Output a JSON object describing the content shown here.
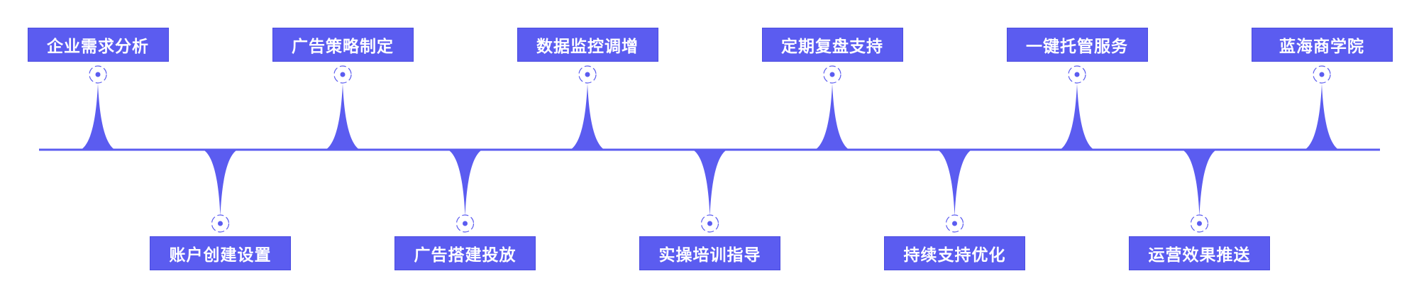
{
  "accent_color": "#5b5cf0",
  "steps": [
    {
      "label": "企业需求分析",
      "position": "top"
    },
    {
      "label": "账户创建设置",
      "position": "bottom"
    },
    {
      "label": "广告策略制定",
      "position": "top"
    },
    {
      "label": "广告搭建投放",
      "position": "bottom"
    },
    {
      "label": "数据监控调增",
      "position": "top"
    },
    {
      "label": "实操培训指导",
      "position": "bottom"
    },
    {
      "label": "定期复盘支持",
      "position": "top"
    },
    {
      "label": "持续支持优化",
      "position": "bottom"
    },
    {
      "label": "一键托管服务",
      "position": "top"
    },
    {
      "label": "运营效果推送",
      "position": "bottom"
    },
    {
      "label": "蓝海商学院",
      "position": "top"
    }
  ]
}
